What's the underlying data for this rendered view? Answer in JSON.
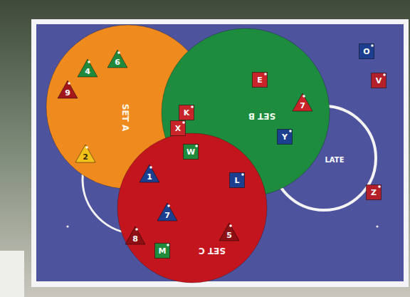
{
  "diagram": {
    "nodes": [
      {
        "text": [
          "SET A"
        ]
      },
      {
        "text": [
          "SET B"
        ]
      },
      {
        "text": [
          "LATE"
        ]
      },
      {
        "text": [
          "SET C"
        ]
      },
      {
        "text": [
          "6"
        ],
        "in": 0
      },
      {
        "text": [
          "4"
        ],
        "in": 0
      },
      {
        "text": [
          "9"
        ],
        "in": 0
      },
      {
        "text": [
          "2"
        ],
        "in": 0
      },
      {
        "text": [
          "K"
        ]
      },
      {
        "text": [
          "X"
        ]
      },
      {
        "text": [
          "W"
        ]
      },
      {
        "text": [
          "E"
        ],
        "in": 1
      },
      {
        "text": [
          "7"
        ],
        "in": 1
      },
      {
        "text": [
          "Y"
        ],
        "in": 1
      },
      {
        "text": [
          "O"
        ]
      },
      {
        "text": [
          "V"
        ]
      },
      {
        "text": [
          "Z"
        ]
      },
      {
        "text": [
          "1"
        ]
      },
      {
        "text": [
          "L"
        ]
      },
      {
        "text": [
          "7"
        ],
        "in": 3
      },
      {
        "text": [
          "8"
        ],
        "in": 3
      },
      {
        "text": [
          "M"
        ],
        "in": 3
      },
      {
        "text": [
          "5"
        ],
        "in": 3
      }
    ]
  }
}
